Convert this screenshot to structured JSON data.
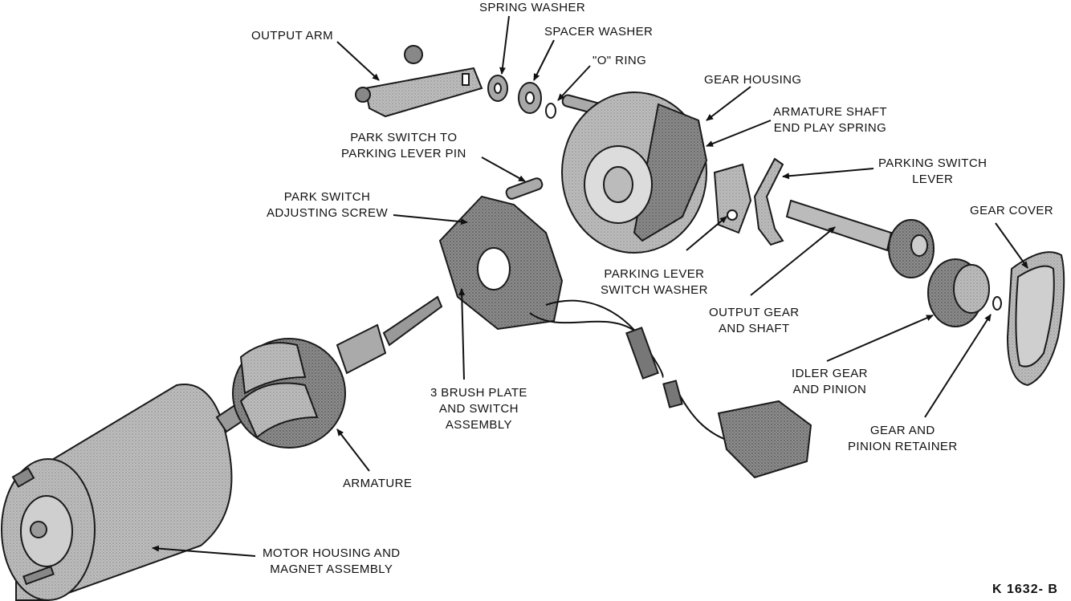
{
  "figure_ref": "K 1632- B",
  "labels": {
    "spring_washer": [
      "SPRING WASHER"
    ],
    "spacer_washer": [
      "SPACER WASHER"
    ],
    "output_arm": [
      "OUTPUT ARM"
    ],
    "o_ring": [
      "\"O\" RING"
    ],
    "gear_housing": [
      "GEAR HOUSING"
    ],
    "armature_shaft_end_play_spring": [
      "ARMATURE SHAFT",
      "END PLAY SPRING"
    ],
    "park_switch_to_parking_lever_pin": [
      "PARK SWITCH TO",
      "PARKING LEVER PIN"
    ],
    "parking_switch_lever": [
      "PARKING SWITCH",
      "LEVER"
    ],
    "gear_cover": [
      "GEAR COVER"
    ],
    "park_switch_adjusting_screw": [
      "PARK SWITCH",
      "ADJUSTING SCREW"
    ],
    "parking_lever_switch_washer": [
      "PARKING LEVER",
      "SWITCH WASHER"
    ],
    "output_gear_and_shaft": [
      "OUTPUT GEAR",
      "AND SHAFT"
    ],
    "idler_gear_and_pinion": [
      "IDLER GEAR",
      "AND PINION"
    ],
    "brush_plate_and_switch_assembly": [
      "3 BRUSH PLATE",
      "AND SWITCH",
      "ASSEMBLY"
    ],
    "gear_and_pinion_retainer": [
      "GEAR AND",
      "PINION RETAINER"
    ],
    "armature": [
      "ARMATURE"
    ],
    "motor_housing_and_magnet_assembly": [
      "MOTOR HOUSING AND",
      "MAGNET ASSEMBLY"
    ]
  },
  "colors": {
    "ink": "#111111",
    "part_fill": "#b9b9b9",
    "part_dark": "#6f6f6f",
    "part_light": "#dcdcdc",
    "background": "#ffffff"
  }
}
